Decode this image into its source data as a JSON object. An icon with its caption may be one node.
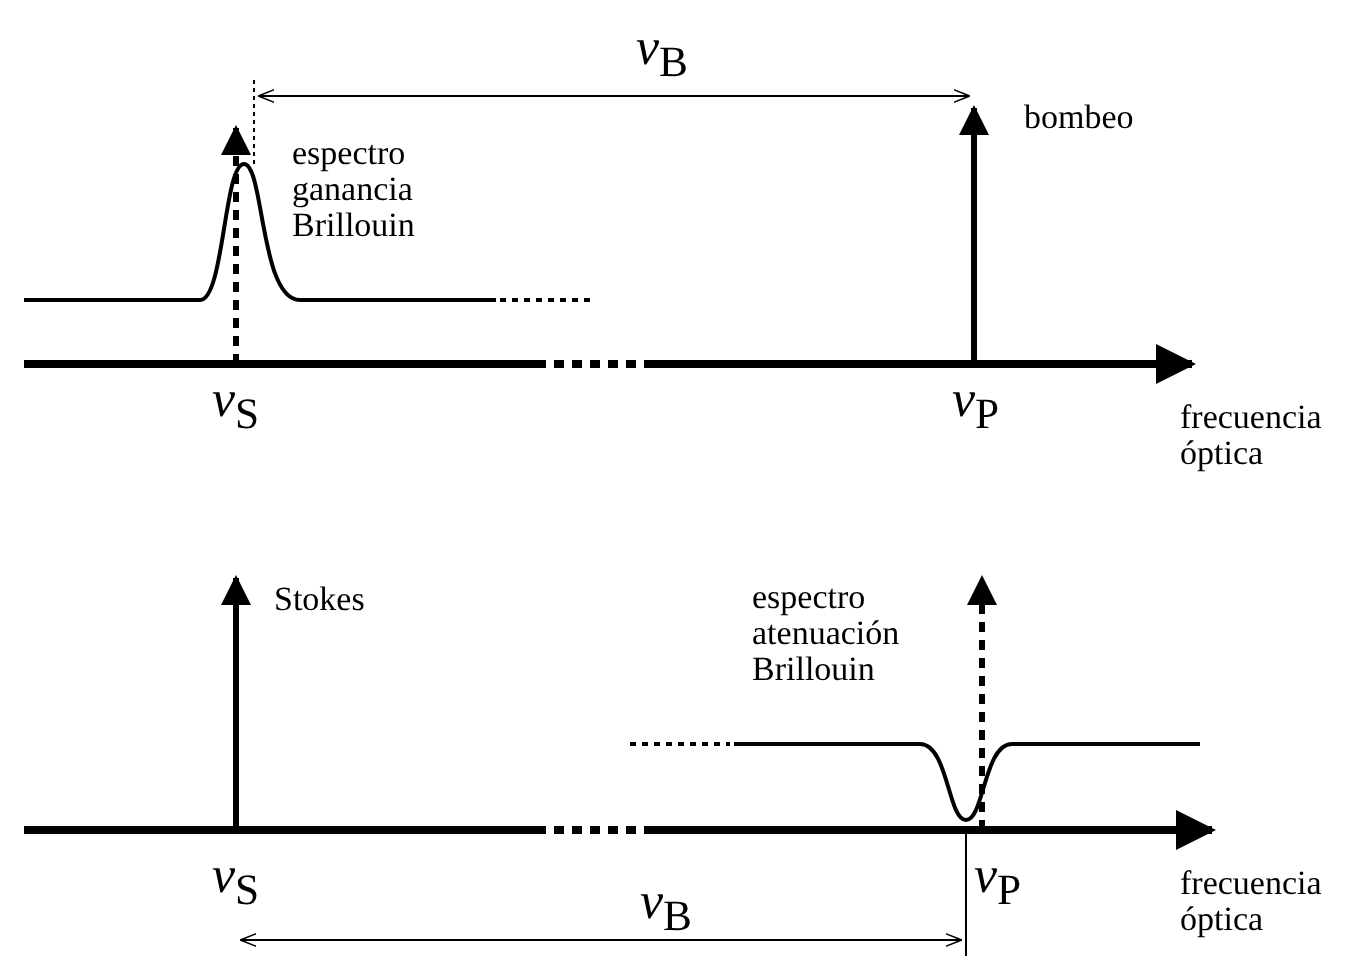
{
  "diagram": {
    "labels": [
      "*ν*$_{B}$",
      "espectro ganancia Brillouin",
      "bombeo",
      "*ν*$_{S}$",
      "*ν*$_{P}$",
      "frecuencia óptica",
      "Stokes",
      "espectro atenuación Brillouin",
      "*ν*$_{S}$",
      "*ν*$_{P}$",
      "*ν*$_{B}$",
      "frecuencia óptica"
    ]
  }
}
